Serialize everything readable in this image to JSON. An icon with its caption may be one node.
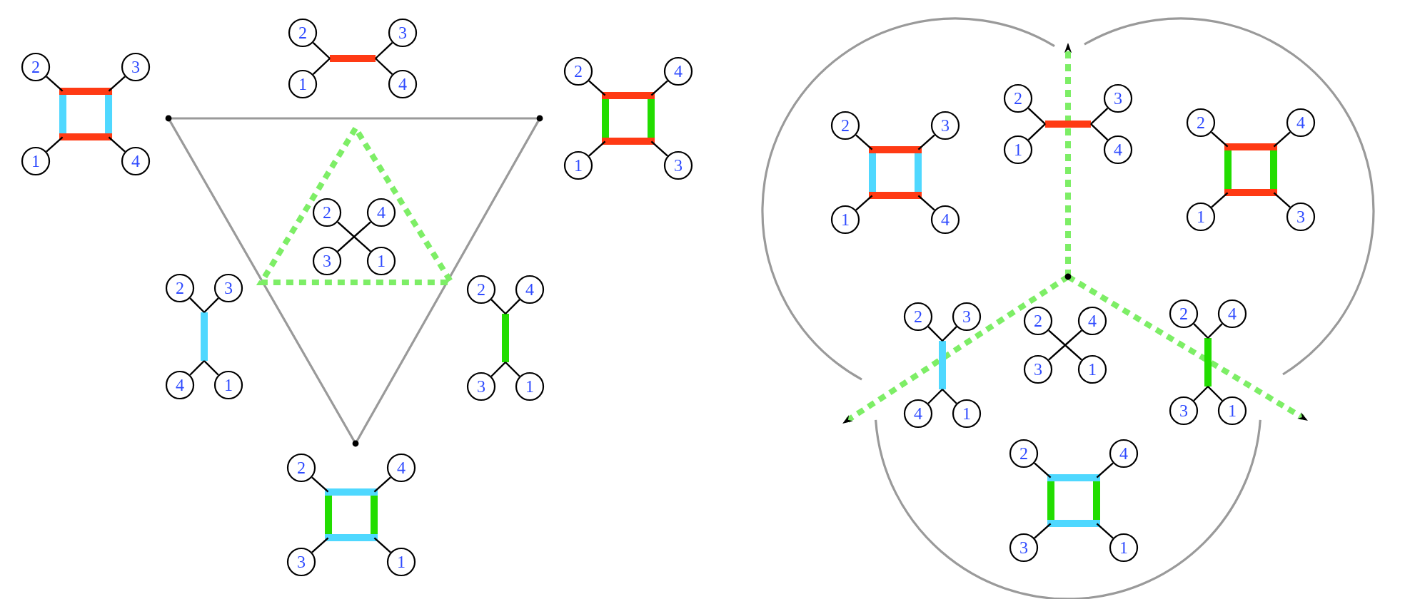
{
  "diagram": {
    "nodes": [
      {
        "text": [
          "2"
        ]
      },
      {
        "text": [
          "3"
        ]
      },
      {
        "text": [
          "1"
        ]
      },
      {
        "text": [
          "4"
        ]
      },
      {
        "text": [
          "2"
        ]
      },
      {
        "text": [
          "3"
        ]
      },
      {
        "text": [
          "1"
        ]
      },
      {
        "text": [
          "4"
        ]
      },
      {
        "text": [
          "2"
        ]
      },
      {
        "text": [
          "4"
        ]
      },
      {
        "text": [
          "1"
        ]
      },
      {
        "text": [
          "3"
        ]
      },
      {
        "text": [
          "2"
        ]
      },
      {
        "text": [
          "4"
        ]
      },
      {
        "text": [
          "3"
        ]
      },
      {
        "text": [
          "1"
        ]
      },
      {
        "text": [
          "2"
        ]
      },
      {
        "text": [
          "3"
        ]
      },
      {
        "text": [
          "4"
        ]
      },
      {
        "text": [
          "1"
        ]
      },
      {
        "text": [
          "2"
        ]
      },
      {
        "text": [
          "4"
        ]
      },
      {
        "text": [
          "3"
        ]
      },
      {
        "text": [
          "1"
        ]
      },
      {
        "text": [
          "2"
        ]
      },
      {
        "text": [
          "4"
        ]
      },
      {
        "text": [
          "3"
        ]
      },
      {
        "text": [
          "1"
        ]
      },
      {
        "text": [
          "2"
        ]
      },
      {
        "text": [
          "3"
        ]
      },
      {
        "text": [
          "1"
        ]
      },
      {
        "text": [
          "4"
        ]
      },
      {
        "text": [
          "2"
        ]
      },
      {
        "text": [
          "3"
        ]
      },
      {
        "text": [
          "1"
        ]
      },
      {
        "text": [
          "4"
        ]
      },
      {
        "text": [
          "2"
        ]
      },
      {
        "text": [
          "4"
        ]
      },
      {
        "text": [
          "1"
        ]
      },
      {
        "text": [
          "3"
        ]
      },
      {
        "text": [
          "2"
        ]
      },
      {
        "text": [
          "4"
        ]
      },
      {
        "text": [
          "3"
        ]
      },
      {
        "text": [
          "1"
        ]
      },
      {
        "text": [
          "2"
        ]
      },
      {
        "text": [
          "3"
        ]
      },
      {
        "text": [
          "4"
        ]
      },
      {
        "text": [
          "1"
        ]
      },
      {
        "text": [
          "2"
        ]
      },
      {
        "text": [
          "4"
        ]
      },
      {
        "text": [
          "3"
        ]
      },
      {
        "text": [
          "1"
        ]
      },
      {
        "text": [
          "2"
        ]
      },
      {
        "text": [
          "4"
        ]
      },
      {
        "text": [
          "3"
        ]
      },
      {
        "text": [
          "1"
        ]
      },
      {
        "text": [],
        "shape": "box"
      },
      {
        "text": [],
        "shape": "box"
      },
      {
        "text": [],
        "shape": "box"
      },
      {
        "text": [],
        "shape": "box"
      },
      {
        "text": [],
        "shape": "box"
      },
      {
        "text": [],
        "shape": "box"
      }
    ],
    "edges": [
      {
        "from": 0,
        "to": 56,
        "arrow": "none"
      },
      {
        "from": 1,
        "to": 56,
        "arrow": "none"
      },
      {
        "from": 2,
        "to": 56,
        "arrow": "none"
      },
      {
        "from": 3,
        "to": 56,
        "arrow": "none"
      },
      {
        "from": 4,
        "to": null,
        "arrow": "none"
      },
      {
        "from": 5,
        "to": null,
        "arrow": "none"
      },
      {
        "from": 6,
        "to": null,
        "arrow": "none"
      },
      {
        "from": 7,
        "to": null,
        "arrow": "none"
      },
      {
        "from": 8,
        "to": 57,
        "arrow": "none"
      },
      {
        "from": 9,
        "to": 57,
        "arrow": "none"
      },
      {
        "from": 10,
        "to": 57,
        "arrow": "none"
      },
      {
        "from": 11,
        "to": 57,
        "arrow": "none"
      },
      {
        "from": 12,
        "to": null,
        "arrow": "none"
      },
      {
        "from": 13,
        "to": null,
        "arrow": "none"
      },
      {
        "from": 14,
        "to": null,
        "arrow": "none"
      },
      {
        "from": 15,
        "to": null,
        "arrow": "none"
      },
      {
        "from": 16,
        "to": null,
        "arrow": "none"
      },
      {
        "from": 17,
        "to": null,
        "arrow": "none"
      },
      {
        "from": 18,
        "to": null,
        "arrow": "none"
      },
      {
        "from": 19,
        "to": null,
        "arrow": "none"
      },
      {
        "from": 20,
        "to": null,
        "arrow": "none"
      },
      {
        "from": 21,
        "to": null,
        "arrow": "none"
      },
      {
        "from": 22,
        "to": null,
        "arrow": "none"
      },
      {
        "from": 23,
        "to": null,
        "arrow": "none"
      },
      {
        "from": 24,
        "to": 58,
        "arrow": "none"
      },
      {
        "from": 25,
        "to": 58,
        "arrow": "none"
      },
      {
        "from": 26,
        "to": 58,
        "arrow": "none"
      },
      {
        "from": 27,
        "to": 58,
        "arrow": "none"
      },
      {
        "from": 28,
        "to": 59,
        "arrow": "none"
      },
      {
        "from": 29,
        "to": 59,
        "arrow": "none"
      },
      {
        "from": 30,
        "to": 59,
        "arrow": "none"
      },
      {
        "from": 31,
        "to": 59,
        "arrow": "none"
      },
      {
        "from": 32,
        "to": null,
        "arrow": "none"
      },
      {
        "from": 33,
        "to": null,
        "arrow": "none"
      },
      {
        "from": 34,
        "to": null,
        "arrow": "none"
      },
      {
        "from": 35,
        "to": null,
        "arrow": "none"
      },
      {
        "from": 36,
        "to": 60,
        "arrow": "none"
      },
      {
        "from": 37,
        "to": 60,
        "arrow": "none"
      },
      {
        "from": 38,
        "to": 60,
        "arrow": "none"
      },
      {
        "from": 39,
        "to": 60,
        "arrow": "none"
      },
      {
        "from": 40,
        "to": null,
        "arrow": "none"
      },
      {
        "from": 41,
        "to": null,
        "arrow": "none"
      },
      {
        "from": 42,
        "to": null,
        "arrow": "none"
      },
      {
        "from": 43,
        "to": null,
        "arrow": "none"
      },
      {
        "from": 44,
        "to": null,
        "arrow": "none"
      },
      {
        "from": 45,
        "to": null,
        "arrow": "none"
      },
      {
        "from": 46,
        "to": null,
        "arrow": "none"
      },
      {
        "from": 47,
        "to": null,
        "arrow": "none"
      },
      {
        "from": 48,
        "to": null,
        "arrow": "none"
      },
      {
        "from": 49,
        "to": null,
        "arrow": "none"
      },
      {
        "from": 50,
        "to": null,
        "arrow": "none"
      },
      {
        "from": 51,
        "to": null,
        "arrow": "none"
      },
      {
        "from": 52,
        "to": 61,
        "arrow": "none"
      },
      {
        "from": 53,
        "to": 61,
        "arrow": "none"
      },
      {
        "from": 54,
        "to": 61,
        "arrow": "none"
      },
      {
        "from": 55,
        "to": 61,
        "arrow": "none"
      }
    ]
  }
}
